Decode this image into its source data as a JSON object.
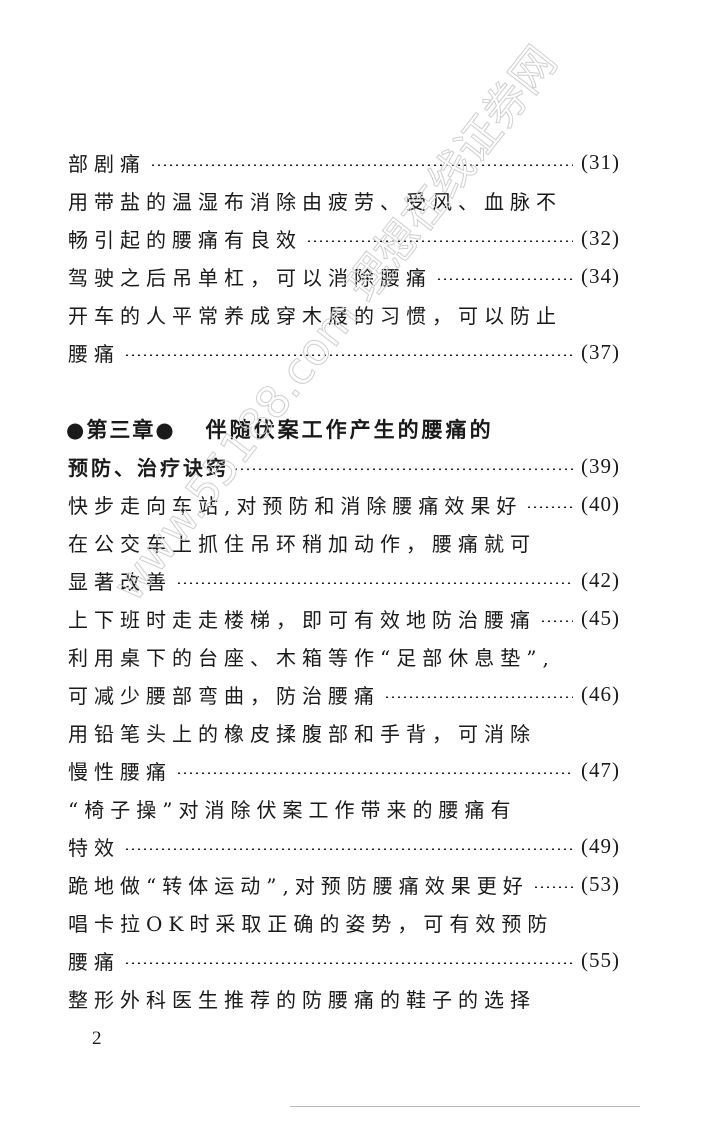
{
  "entries_before": [
    {
      "text": "部剧痛",
      "page": "(31)"
    },
    {
      "text": "用带盐的温湿布消除由疲劳、受风、血脉不",
      "page": ""
    },
    {
      "text": "畅引起的腰痛有良效",
      "page": "(32)"
    },
    {
      "text": "驾驶之后吊单杠，可以消除腰痛",
      "page": "(34)"
    },
    {
      "text": "开车的人平常养成穿木屐的习惯，可以防止",
      "page": ""
    },
    {
      "text": "腰痛",
      "page": "(37)"
    }
  ],
  "chapter": {
    "label": "●第三章●",
    "title_line1": "伴随伏案工作产生的腰痛的",
    "title_line2": "预防、治疗诀窍",
    "page": "(39)"
  },
  "entries_after": [
    {
      "text": "快步走向车站,对预防和消除腰痛效果好",
      "page": "(40)"
    },
    {
      "text": "在公交车上抓住吊环稍加动作，腰痛就可",
      "page": ""
    },
    {
      "text": "显著改善",
      "page": "(42)"
    },
    {
      "text": "上下班时走走楼梯，即可有效地防治腰痛",
      "page": "(45)"
    },
    {
      "text": "利用桌下的台座、木箱等作“足部休息垫”,",
      "page": ""
    },
    {
      "text": "可减少腰部弯曲，防治腰痛",
      "page": "(46)"
    },
    {
      "text": "用铅笔头上的橡皮揉腹部和手背，可消除",
      "page": ""
    },
    {
      "text": "慢性腰痛",
      "page": "(47)"
    },
    {
      "text": "“椅子操”对消除伏案工作带来的腰痛有",
      "page": ""
    },
    {
      "text": "特效",
      "page": "(49)"
    },
    {
      "text": "跪地做“转体运动”,对预防腰痛效果更好",
      "page": "(53)"
    },
    {
      "text": "唱卡拉OK时采取正确的姿势，可有效预防",
      "page": ""
    },
    {
      "text": "腰痛",
      "page": "(55)"
    },
    {
      "text": "整形外科医生推荐的防腰痛的鞋子的选择",
      "page": ""
    }
  ],
  "page_number": "2",
  "watermark": "www.55188.com 理想在线证券网"
}
